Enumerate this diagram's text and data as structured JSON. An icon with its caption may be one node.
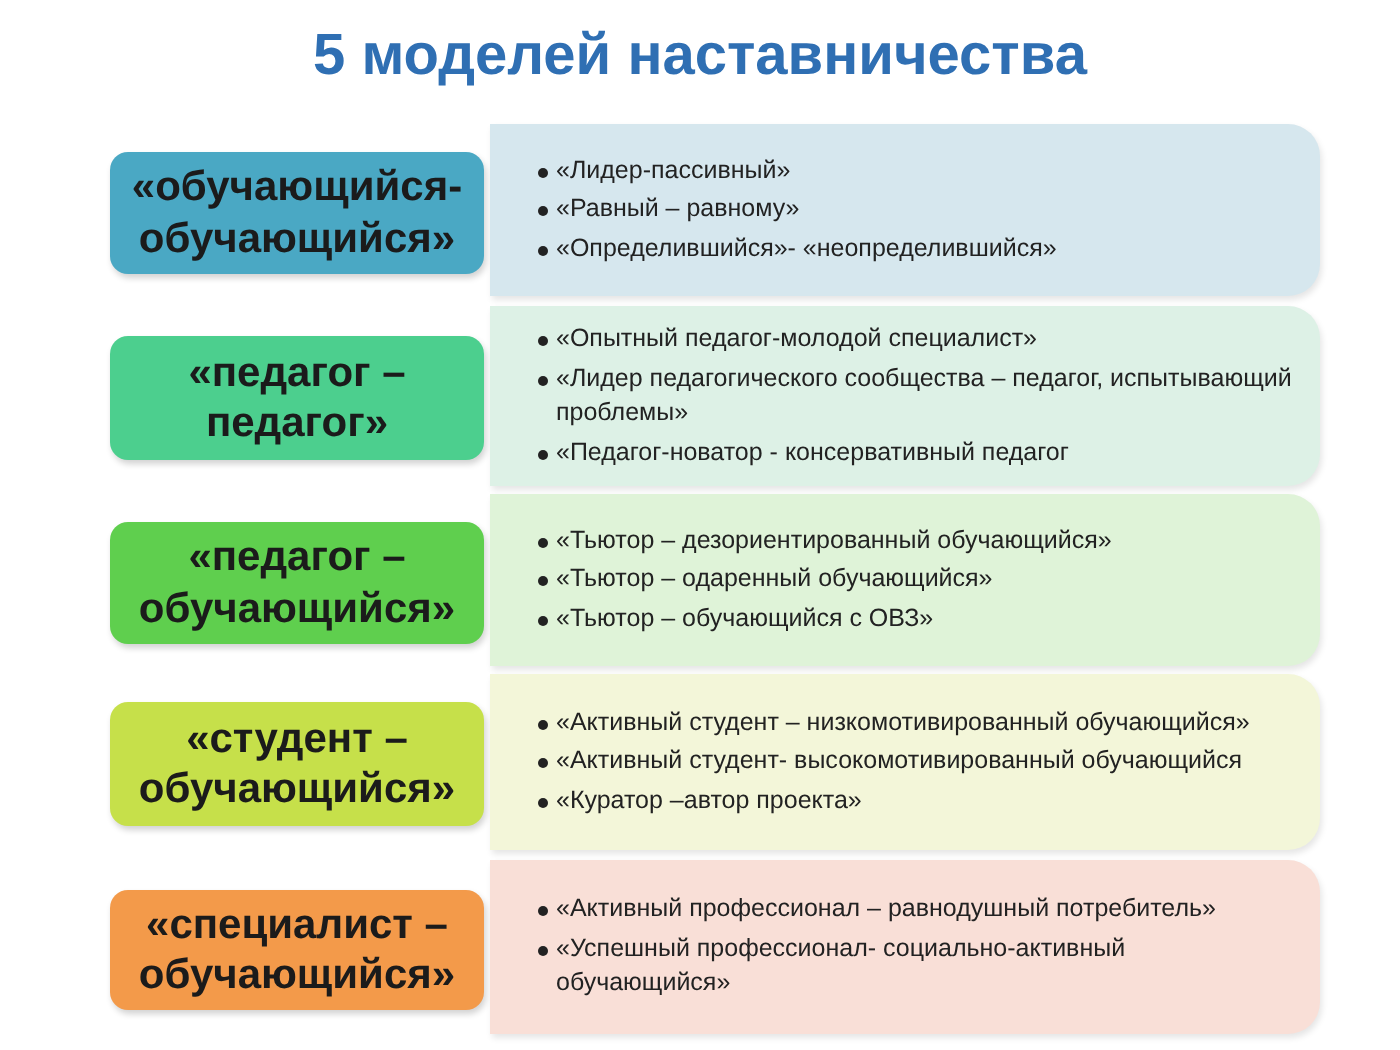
{
  "diagram": {
    "title": "5 моделей наставничества",
    "nodes": [
      {
        "text": [
          "«обучающийся- обучающийся»"
        ]
      },
      {
        "text": [
          "«Лидер-пассивный»",
          "«Равный – равному»",
          "«Определившийся»- «неопределившийся»"
        ]
      },
      {
        "text": [
          "«педагог – педагог»"
        ]
      },
      {
        "text": [
          "«Опытный педагог-молодой специалист»",
          "«Лидер педагогического сообщества – педагог, испытывающий проблемы»",
          "«Педагог-новатор - консервативный педагог"
        ]
      },
      {
        "text": [
          "«педагог – обучающийся»"
        ]
      },
      {
        "text": [
          "«Тьютор – дезориентированный обучающийся»",
          "«Тьютор – одаренный обучающийся»",
          "«Тьютор – обучающийся с ОВЗ»"
        ]
      },
      {
        "text": [
          "«студент – обучающийся»"
        ]
      },
      {
        "text": [
          "«Активный студент – низкомотивированный обучающийся»",
          "«Активный студент- высокомотивированный обучающийся",
          "«Куратор –автор проекта»"
        ]
      },
      {
        "text": [
          "«специалист – обучающийся»"
        ]
      },
      {
        "text": [
          "«Активный профессионал – равнодушный потребитель»",
          "«Успешный профессионал- социально-активный обучающийся»"
        ]
      }
    ],
    "edges": []
  }
}
